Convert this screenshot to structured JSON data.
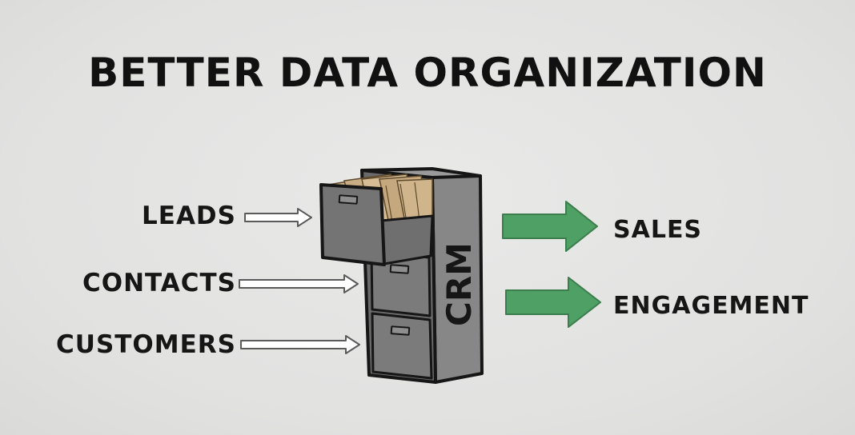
{
  "title": "BETTER DATA ORGANIZATION",
  "inputs": [
    {
      "label": "LEADS"
    },
    {
      "label": "CONTACTS"
    },
    {
      "label": "CUSTOMERS"
    }
  ],
  "cabinet": {
    "label": "CRM"
  },
  "outputs": [
    {
      "label": "SALES"
    },
    {
      "label": "ENGAGEMENT"
    }
  ],
  "colors": {
    "background": "#e4e4e3",
    "cabinet": "#858585",
    "cabinet_dark": "#5e5e5e",
    "folders": "#c9ad84",
    "output_arrow": "#4fa064",
    "input_arrow": "#ffffff",
    "ink": "#161616"
  }
}
